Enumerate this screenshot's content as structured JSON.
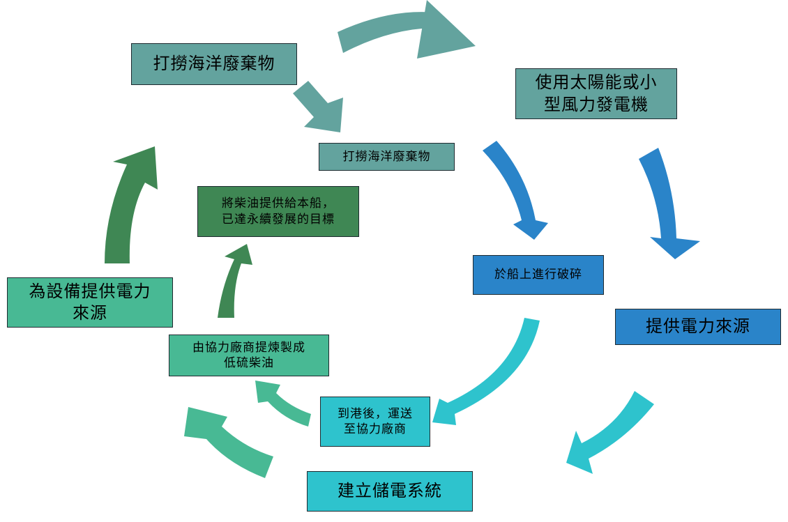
{
  "outer_cycle": {
    "collect": "打撈海洋廢棄物",
    "energy": "使用太陽能或小\n型風力發電機",
    "power_source": "提供電力來源",
    "storage": "建立儲電系統",
    "supply": "為設備提供電力\n來源"
  },
  "inner_cycle": {
    "collect": "打撈海洋廢棄物",
    "crush": "於船上進行破碎",
    "transport": "到港後，運送\n至協力廠商",
    "refine": "由協力廠商提煉製成\n低硫柴油",
    "goal": "將柴油提供給本船，\n已達永續發展的目標"
  },
  "colors": {
    "stage1": "#63a39e",
    "stage2": "#2a84c9",
    "stage3": "#2ec3cd",
    "stage4": "#48b994",
    "stage5": "#3f8754"
  }
}
